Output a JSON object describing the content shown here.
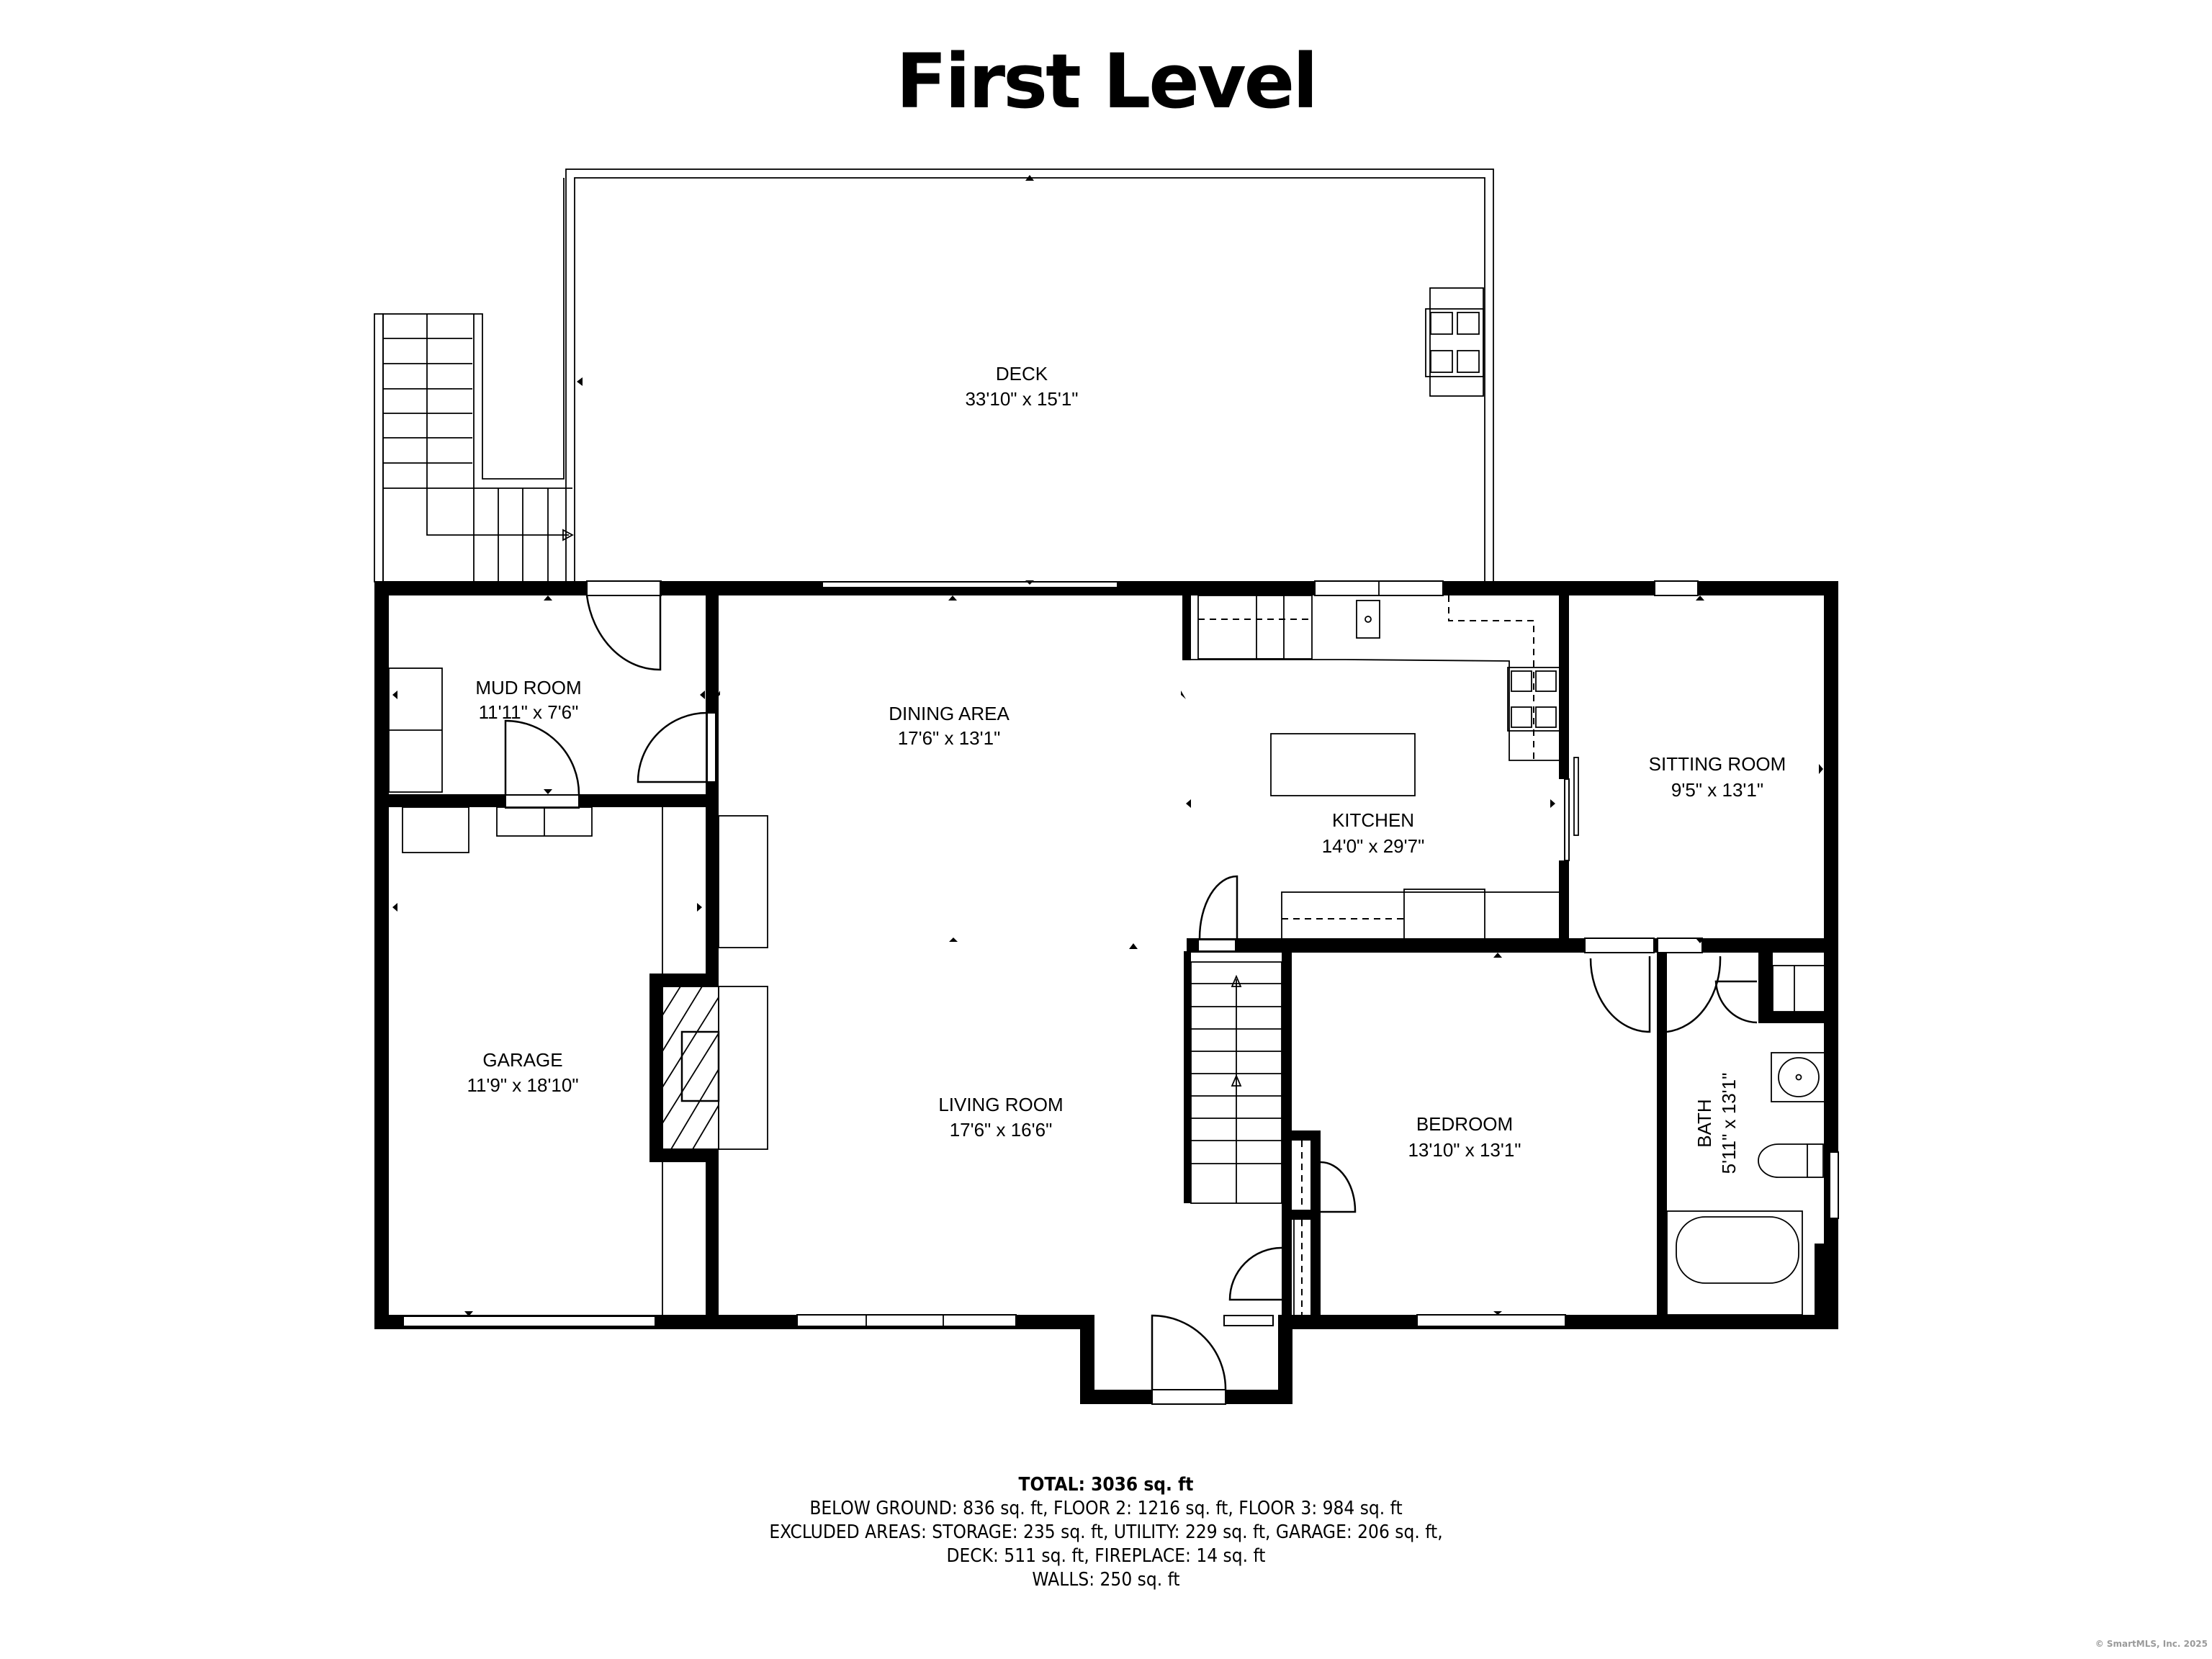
{
  "title": "First Level",
  "rooms": {
    "deck": {
      "name": "DECK",
      "dims": "33'10\" x 15'1\""
    },
    "mud_room": {
      "name": "MUD ROOM",
      "dims": "11'11\" x 7'6\""
    },
    "dining_area": {
      "name": "DINING AREA",
      "dims": "17'6\" x 13'1\""
    },
    "kitchen": {
      "name": "KITCHEN",
      "dims": "14'0\" x 29'7\""
    },
    "sitting_room": {
      "name": "SITTING ROOM",
      "dims": "9'5\" x 13'1\""
    },
    "garage": {
      "name": "GARAGE",
      "dims": "11'9\" x 18'10\""
    },
    "living_room": {
      "name": "LIVING ROOM",
      "dims": "17'6\" x 16'6\""
    },
    "bedroom": {
      "name": "BEDROOM",
      "dims": "13'10\" x 13'1\""
    },
    "bath": {
      "name": "BATH",
      "dims": "5'11\" x 13'1\""
    }
  },
  "summary": {
    "total": "TOTAL: 3036 sq. ft",
    "line1": "BELOW GROUND: 836 sq. ft, FLOOR 2: 1216 sq. ft, FLOOR 3: 984 sq. ft",
    "line2": "EXCLUDED AREAS: STORAGE: 235 sq. ft, UTILITY: 229 sq. ft, GARAGE: 206 sq. ft,",
    "line3": "DECK: 511 sq. ft, FIREPLACE: 14 sq. ft",
    "line4": "WALLS: 250 sq. ft"
  },
  "copyright": "© SmartMLS, Inc.  2025"
}
